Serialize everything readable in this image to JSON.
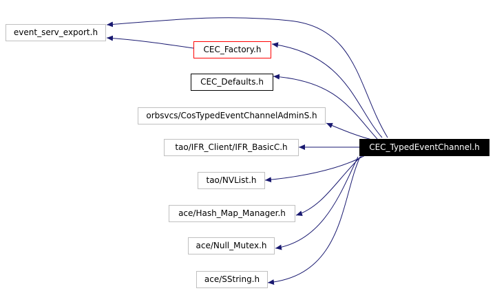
{
  "nodes": {
    "event_serv_export": {
      "label": "event_serv_export.h"
    },
    "cec_factory": {
      "label": "CEC_Factory.h"
    },
    "cec_defaults": {
      "label": "CEC_Defaults.h"
    },
    "cos_typed_event_channel_admin": {
      "label": "orbsvcs/CosTypedEventChannelAdminS.h"
    },
    "ifr_basic_c": {
      "label": "tao/IFR_Client/IFR_BasicC.h"
    },
    "cec_typed_event_channel": {
      "label": "CEC_TypedEventChannel.h"
    },
    "nvlist": {
      "label": "tao/NVList.h"
    },
    "hash_map_manager": {
      "label": "ace/Hash_Map_Manager.h"
    },
    "null_mutex": {
      "label": "ace/Null_Mutex.h"
    },
    "sstring": {
      "label": "ace/SString.h"
    }
  },
  "colors": {
    "edge": "#191970",
    "node_border": "#bfbfbf",
    "highlight_border": "#ff0000",
    "documented_border": "#000000",
    "root_fill": "#000000",
    "root_text": "#ffffff"
  }
}
